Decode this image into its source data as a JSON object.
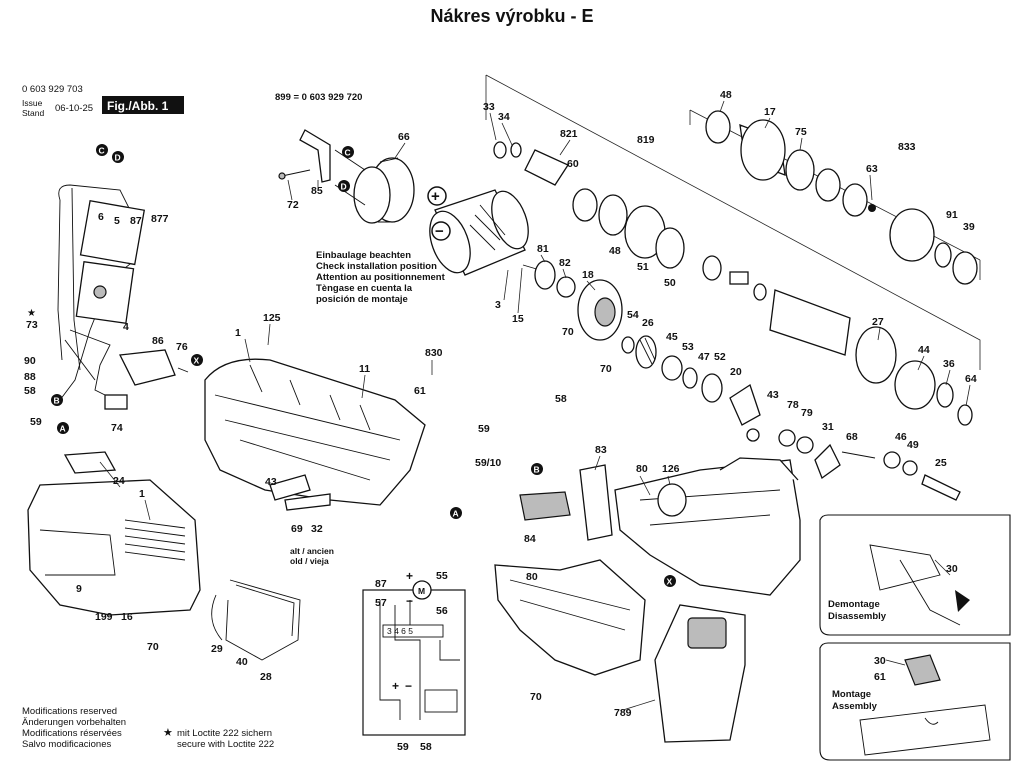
{
  "page_title": "Nákres výrobku - E",
  "header": {
    "part_number": "0 603 929 703",
    "issue_label_1": "Issue",
    "issue_label_2": "Stand",
    "issue_date": "06-10-25",
    "fig_label": "Fig./Abb. 1",
    "variant_note": "899 = 0 603 929 720"
  },
  "install_note": [
    "Einbaulage beachten",
    "Check installation position",
    "Attention au positionnement",
    "Tèngase en cuenta la",
    "posición de montaje"
  ],
  "footer_notes": [
    "Modifications reserved",
    "Änderungen vorbehalten",
    "Modifications réservées",
    "Salvo modificaciones"
  ],
  "loctite_note": [
    "mit Loctite 222 sichern",
    "secure with Loctite 222"
  ],
  "star_symbol": "★",
  "old_note": [
    "alt / ancien",
    "old / vieja"
  ],
  "demontage": [
    "Demontage",
    "Disassembly"
  ],
  "montage": [
    "Montage",
    "Assembly"
  ],
  "circle_markers": {
    "A": "A",
    "B": "B",
    "C": "C",
    "D": "D",
    "X": "X"
  },
  "polarity": {
    "plus": "+",
    "minus": "−"
  },
  "motor_symbol": "M",
  "switch_terminals": "3 4 6 5",
  "callouts": {
    "c1": "1",
    "c2": "1",
    "c3": "3",
    "c4": "4",
    "c5": "5",
    "c6": "6",
    "c9": "9",
    "c11": "11",
    "c15": "15",
    "c16": "16",
    "c17": "17",
    "c18": "18",
    "c20": "20",
    "c24": "24",
    "c25": "25",
    "c26": "26",
    "c27": "27",
    "c28": "28",
    "c29": "29",
    "c30a": "30",
    "c30b": "30",
    "c31": "31",
    "c32": "32",
    "c33": "33",
    "c34": "34",
    "c36": "36",
    "c39": "39",
    "c40": "40",
    "c43a": "43",
    "c43b": "43",
    "c44": "44",
    "c45": "45",
    "c46": "46",
    "c47": "47",
    "c48a": "48",
    "c48b": "48",
    "c49": "49",
    "c50": "50",
    "c51": "51",
    "c52": "52",
    "c53": "53",
    "c54": "54",
    "c55": "55",
    "c56": "56",
    "c57": "57",
    "c58a": "58",
    "c58b": "58",
    "c58c": "58",
    "c59a": "59",
    "c59b": "59",
    "c59c": "59/10",
    "c59d": "59",
    "c60": "60",
    "c61a": "61",
    "c61b": "61",
    "c63": "63",
    "c64": "64",
    "c66": "66",
    "c68": "68",
    "c69": "69",
    "c70a": "70",
    "c70b": "70",
    "c70c": "70",
    "c70d": "70",
    "c72": "72",
    "c73": "73",
    "c74": "74",
    "c75": "75",
    "c76": "76",
    "c78": "78",
    "c79": "79",
    "c80a": "80",
    "c80b": "80",
    "c81": "81",
    "c82": "82",
    "c83": "83",
    "c84": "84",
    "c85": "85",
    "c86": "86",
    "c87a": "87",
    "c87b": "87",
    "c88": "88",
    "c90": "90",
    "c91": "91",
    "c125": "125",
    "c126": "126",
    "c199": "199",
    "c789": "789",
    "c819": "819",
    "c821": "821",
    "c830": "830",
    "c833": "833",
    "c877": "877"
  }
}
